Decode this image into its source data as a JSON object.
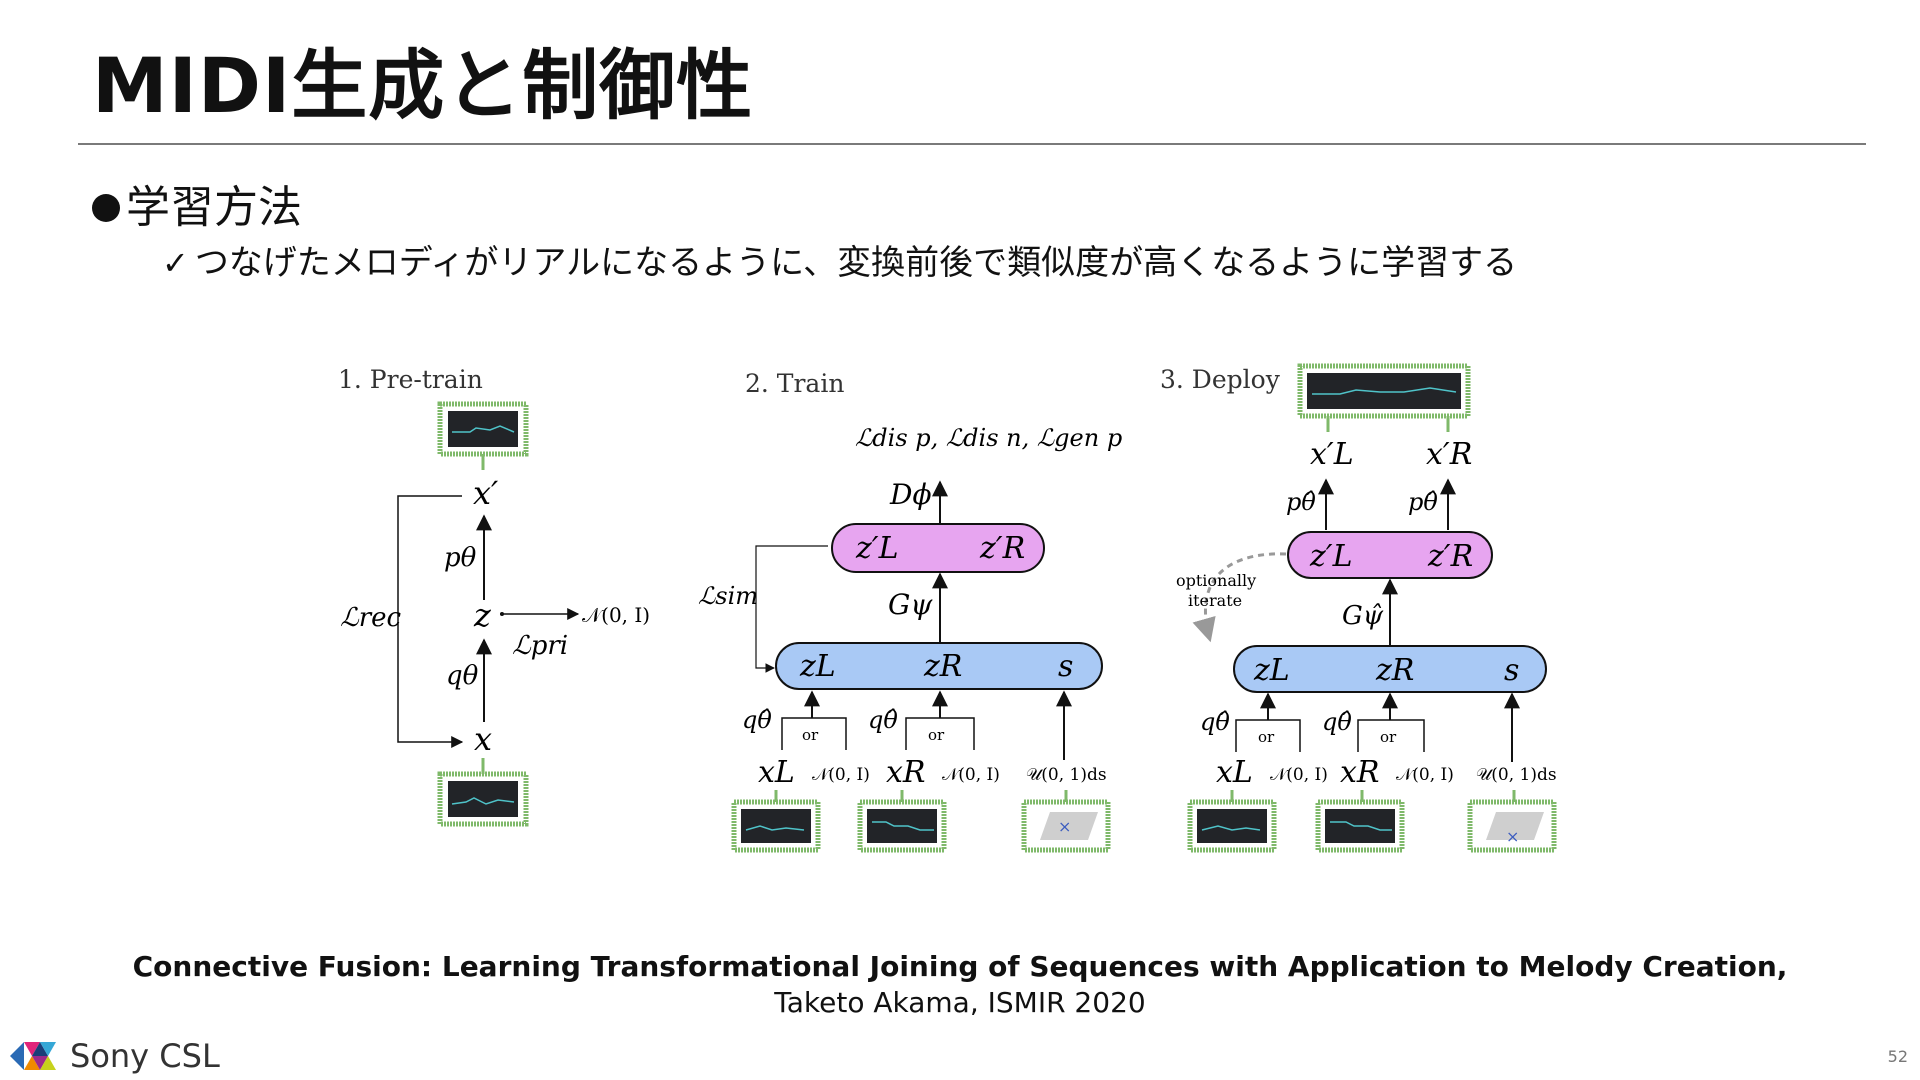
{
  "slide": {
    "title": "MIDI生成と制御性",
    "bullet": "学習方法",
    "sub_bullet": "つなげたメロディがリアルになるように、変換前後で類似度が高くなるように学習する",
    "page_number": "52"
  },
  "diagram": {
    "panels": [
      {
        "label": "1. Pre-train"
      },
      {
        "label": "2. Train"
      },
      {
        "label": "3. Deploy"
      }
    ],
    "pretrain": {
      "x_prime": "x′",
      "x": "x",
      "z": "z",
      "p_theta": "pθ",
      "q_theta": "qθ",
      "l_rec": "ℒrec",
      "l_pri": "ℒpri",
      "normal": "𝒩(0, I)"
    },
    "train": {
      "losses": "ℒdis p, ℒdis n, ℒgen p",
      "d_phi": "Dϕ",
      "g_psi": "Gψ",
      "l_sim": "ℒsim",
      "zl_prime": "z′L",
      "zr_prime": "z′R",
      "zl": "zL",
      "zr": "zR",
      "s": "s",
      "q_hat": "qθ̂",
      "or": "or",
      "xl": "xL",
      "xr": "xR",
      "normal": "𝒩(0, I)",
      "uniform": "𝒰(0, 1)ds"
    },
    "deploy": {
      "xl_prime": "x′L",
      "xr_prime": "x′R",
      "p_hat": "pθ̂",
      "zl_prime": "z′L",
      "zr_prime": "z′R",
      "g_psi_hat": "Gψ̂",
      "optional_1": "optionally",
      "optional_2": "iterate",
      "zl": "zL",
      "zr": "zR",
      "s": "s",
      "q_hat": "qθ̂",
      "or": "or",
      "xl": "xL",
      "xr": "xR",
      "normal": "𝒩(0, I)",
      "uniform": "𝒰(0, 1)ds"
    },
    "colors": {
      "latent_pink": "#e7a5f0",
      "latent_blue": "#a9c9f5",
      "frame_green": "#7fb96a",
      "piano_roll_bg": "#222428",
      "piano_roll_line": "#4fc3c9"
    }
  },
  "reference": {
    "title": "Connective Fusion: Learning Transformational Joining of Sequences with Application to Melody Creation,",
    "author": "Taketo Akama, ISMIR 2020"
  },
  "footer": {
    "brand": "Sony CSL"
  }
}
